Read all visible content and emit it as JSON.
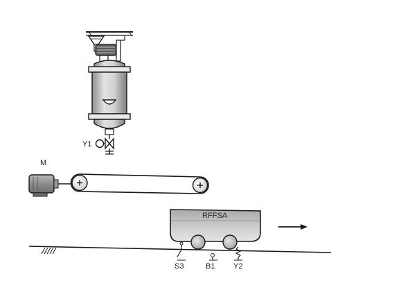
{
  "labels": {
    "valve": "Y1",
    "motor": "M",
    "wagon": "RFFSA",
    "sensor_s3": "S3",
    "sensor_b1": "B1",
    "sensor_y2": "Y2"
  },
  "colors": {
    "stroke": "#1a1a1a",
    "silo_light": "#d8d8d8",
    "silo_dark": "#8a8a8a",
    "motor": "#9a9a9a",
    "wagon_top": "#bdbdbd",
    "wagon_bottom": "#dedede",
    "wheel": "#cfcfcf"
  },
  "icons": {
    "motion_direction": "right-arrow-icon",
    "ground": "ground-hatch-icon"
  }
}
